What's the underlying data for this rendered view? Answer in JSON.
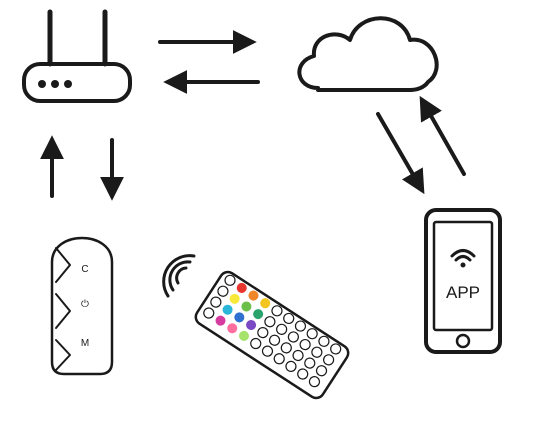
{
  "diagram": {
    "nodes": {
      "router": {
        "icon": "router-icon"
      },
      "cloud": {
        "icon": "cloud-icon"
      },
      "phone": {
        "icon": "smartphone-icon",
        "label": "APP",
        "signal_icon": "wifi-icon"
      },
      "controller": {
        "icon": "inline-controller-icon",
        "buttons": [
          "C",
          "⏻",
          "M"
        ]
      },
      "remote": {
        "icon": "ir-remote-icon",
        "signal_icon": "signal-waves-icon"
      }
    },
    "connections": [
      {
        "from": "router",
        "to": "cloud"
      },
      {
        "from": "cloud",
        "to": "router"
      },
      {
        "from": "cloud",
        "to": "phone"
      },
      {
        "from": "phone",
        "to": "cloud"
      },
      {
        "from": "router",
        "to": "controller"
      },
      {
        "from": "controller",
        "to": "router"
      }
    ],
    "colors": {
      "line": "#1a1a1a",
      "remote_keys": [
        "#e8352e",
        "#f0862a",
        "#f3c51f",
        "#f7e83a",
        "#6cc04a",
        "#2aa36b",
        "#29b6d8",
        "#2f6fd0",
        "#7b49c3",
        "#d63ca0",
        "#ff6e9c",
        "#a6e36b"
      ]
    }
  }
}
